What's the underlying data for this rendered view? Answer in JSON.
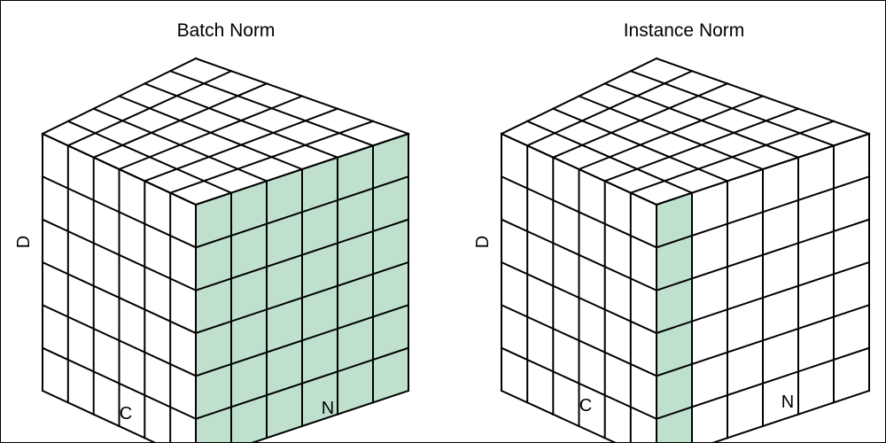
{
  "colors": {
    "highlight": "#bfe0cd",
    "stroke": "#000000",
    "background": "#ffffff"
  },
  "panels": [
    {
      "id": "batch-norm",
      "title": "Batch Norm",
      "axes": {
        "vertical": "D",
        "left_depth": "C",
        "right_depth": "N"
      },
      "grid": {
        "n": 6,
        "c": 6,
        "d": 6
      },
      "highlight": "front-face-all"
    },
    {
      "id": "instance-norm",
      "title": "Instance Norm",
      "axes": {
        "vertical": "D",
        "left_depth": "C",
        "right_depth": "N"
      },
      "grid": {
        "n": 6,
        "c": 6,
        "d": 6
      },
      "highlight": "front-face-first-column"
    }
  ]
}
